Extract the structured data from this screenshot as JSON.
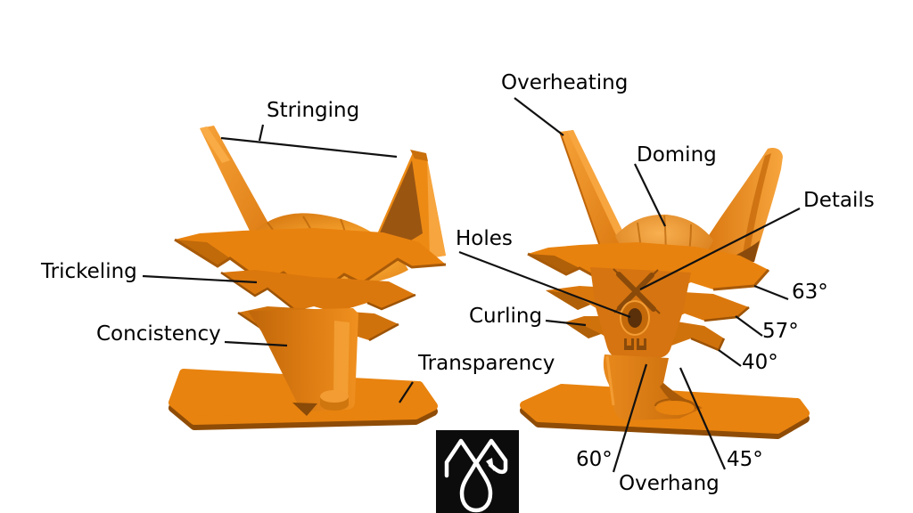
{
  "scene": {
    "description": "Two orange 3D-printed torture-test models (front and back view) standing on rounded rectangular base plates, annotated with leader lines"
  },
  "annotations": {
    "stringing": "Stringing",
    "overheating": "Overheating",
    "doming": "Doming",
    "details": "Details",
    "holes": "Holes",
    "trickeling": "Trickeling",
    "curling": "Curling",
    "concistency": "Concistency",
    "transparency": "Transparency",
    "angle_63": "63°",
    "angle_57": "57°",
    "angle_40": "40°",
    "angle_60": "60°",
    "angle_45": "45°",
    "overhang": "Overhang"
  },
  "logo": {
    "name": "m-droplet-logo",
    "background": "#0c0c0c",
    "glyph_color": "#ffffff"
  },
  "colors": {
    "background": "#ffffff",
    "annotation_text": "#000000",
    "leader_line": "#111111",
    "model_orange": "#e8820e",
    "model_orange_dark": "#a85a08",
    "model_orange_light": "#f7a53e",
    "model_highlight": "#ffd488",
    "model_shadow": "#8f4c06"
  }
}
